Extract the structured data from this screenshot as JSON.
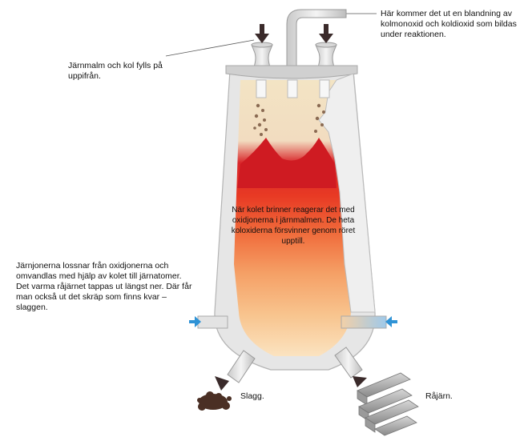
{
  "labels": {
    "gas_outlet": "Här kommer det ut en blandning av kolmonoxid och koldioxid som bildas under reaktionen.",
    "fill": "Järnmalm och kol fylls på uppifrån.",
    "burning": "När kolet brinner reagerar det med oxidjonerna i järnmalmen. De heta koloxiderna försvinner genom röret upptill.",
    "iron_release": "Järnjonerna lossnar från oxidjonerna och omvandlas med hjälp av kolet till järnatomer. Det varma råjärnet tappas ut längst ner. Där får man också ut det skräp som finns kvar – slaggen.",
    "slag": "Slagg.",
    "pig_iron": "Råjärn."
  },
  "colors": {
    "shell": "#e6e6e6",
    "shell_edge": "#b4b4b4",
    "ore_heap": "#cf1b22",
    "melt_zone": "#e8281e",
    "hot_bottom": "#f7c38a",
    "arrow_blue": "#2f93d6",
    "arrow_dark": "#3a2a2a"
  }
}
